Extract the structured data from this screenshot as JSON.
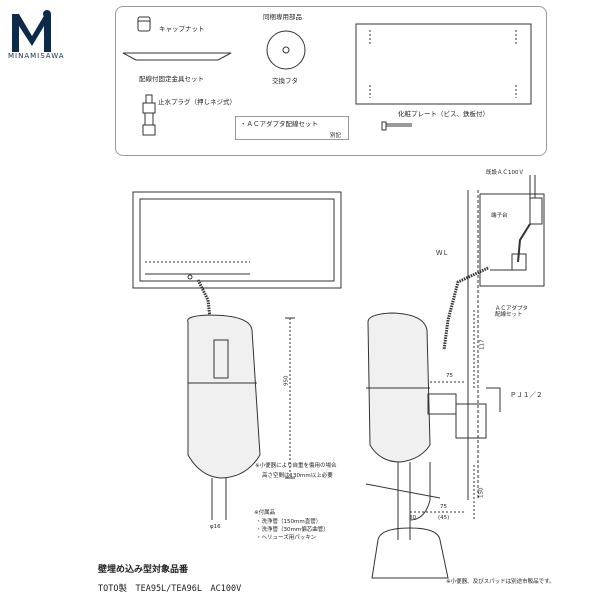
{
  "brand": {
    "logo_text": "MINAMISAWA"
  },
  "parts": {
    "cap_nut": "キャップナット",
    "bracket_set": "配線付固定金具セット",
    "stop_plug": "止水プラグ（押しネジ式）",
    "dedicated_parts_title": "同梱専用部品",
    "replacement_lid": "交換フタ",
    "cosmetic_plate": "化粧プレート（ビス、鉄板付）",
    "ac_adapter_label": "・ＡＣアダプタ配線セット",
    "separate_note": "別記"
  },
  "diagram": {
    "existing_ac": "既設ＡＣ100Ｖ",
    "terminal_block": "端子台",
    "wl": "ＷＬ",
    "ac_adapter_set": "ＡＣアダプタ\n配線セット",
    "pj": "ＰＪ１／２",
    "dim_950": "950",
    "dim_117": "117",
    "dim_75": "75",
    "dim_150": "150",
    "dim_30": "30",
    "dim_45": "(45)",
    "dim_phi16": "φ16",
    "note_height_1": "※小便器により自重を傷用の場合",
    "note_height_2": "高さ空間は130mm以上必要",
    "accessories_title": "※付属品",
    "accessory_1": "・洗浄管（150mm直管）",
    "accessory_2": "・洗浄管（30mm偏芯曲管）",
    "accessory_3": "・ヘリューズ用パッキン",
    "footnote": "※小便器、及びスパッドは別途市販品です。"
  },
  "footer": {
    "title": "壁埋め込み型対象品番",
    "models": "TOTO製　TEA95L/TEA96L　AC100V"
  },
  "colors": {
    "line": "#333333",
    "logo": "#0e2a4a",
    "body": "#e8e8e8"
  }
}
